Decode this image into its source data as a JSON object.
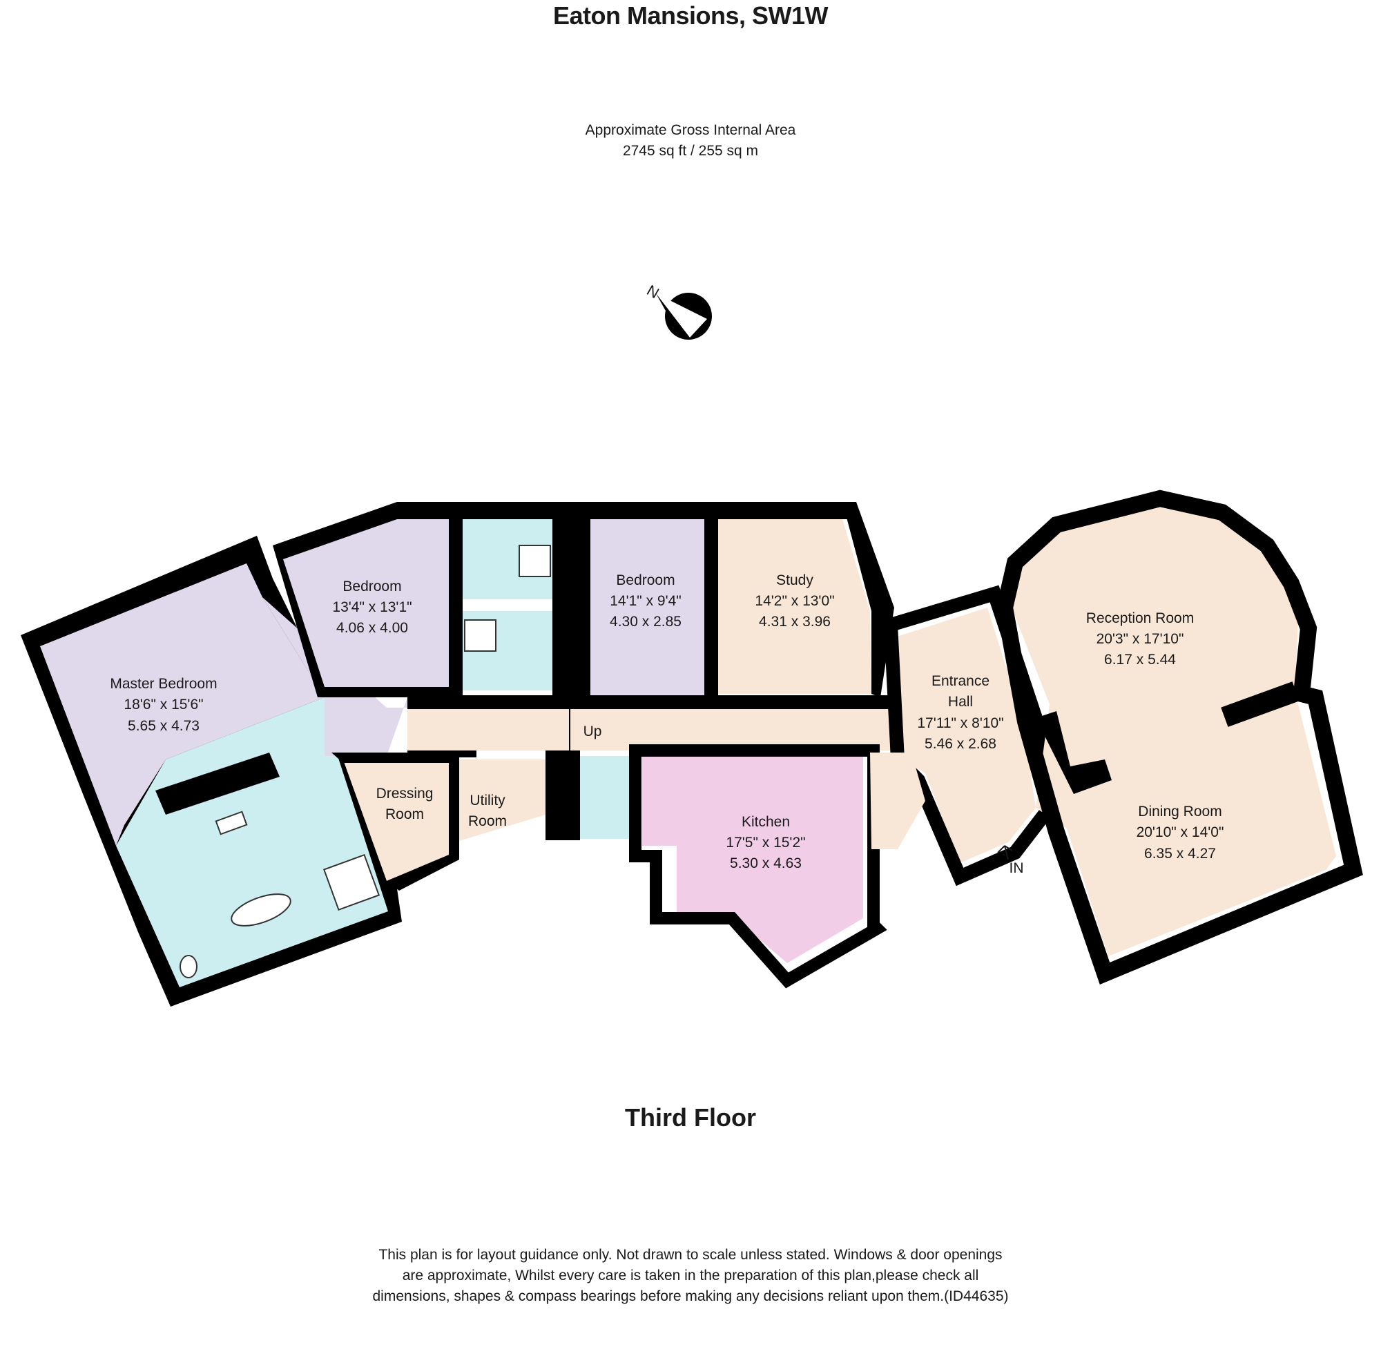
{
  "title": "Eaton Mansions, SW1W",
  "area": {
    "line1": "Approximate Gross Internal Area",
    "line2": "2745 sq ft / 255 sq m"
  },
  "compass_letter": "N",
  "floor_label": "Third Floor",
  "disclaimer": {
    "line1": "This plan is for layout guidance only. Not drawn to scale unless stated. Windows & door openings",
    "line2": "are approximate,  Whilst every care is taken in the preparation of this plan,please check all",
    "line3": "dimensions, shapes & compass bearings before making any decisions reliant upon them.(ID44635)"
  },
  "colors": {
    "wall": "#000000",
    "bedroom": "#e0d9ec",
    "bathroom": "#cdeef0",
    "living": "#f8e6d6",
    "kitchen": "#f2cde8",
    "window": "#f1ece4"
  },
  "rooms": {
    "master_bedroom": {
      "name": "Master Bedroom",
      "imperial": "18'6\" x 15'6\"",
      "metric": "5.65 x 4.73"
    },
    "bedroom_1": {
      "name": "Bedroom",
      "imperial": "13'4\" x 13'1\"",
      "metric": "4.06 x 4.00"
    },
    "bedroom_2": {
      "name": "Bedroom",
      "imperial": "14'1\" x 9'4\"",
      "metric": "4.30 x 2.85"
    },
    "study": {
      "name": "Study",
      "imperial": "14'2\" x 13'0\"",
      "metric": "4.31 x 3.96"
    },
    "entrance_hall": {
      "name1": "Entrance",
      "name2": "Hall",
      "imperial": "17'11\" x 8'10\"",
      "metric": "5.46 x 2.68"
    },
    "reception_room": {
      "name": "Reception Room",
      "imperial": "20'3\" x 17'10\"",
      "metric": "6.17 x 5.44"
    },
    "dining_room": {
      "name": "Dining Room",
      "imperial": "20'10\" x 14'0\"",
      "metric": "6.35 x 4.27"
    },
    "kitchen": {
      "name": "Kitchen",
      "imperial": "17'5\" x 15'2\"",
      "metric": "5.30 x 4.63"
    },
    "dressing_room": {
      "name1": "Dressing",
      "name2": "Room"
    },
    "utility_room": {
      "name1": "Utility",
      "name2": "Room"
    }
  },
  "stair_label": "Up",
  "entry_label": "IN"
}
